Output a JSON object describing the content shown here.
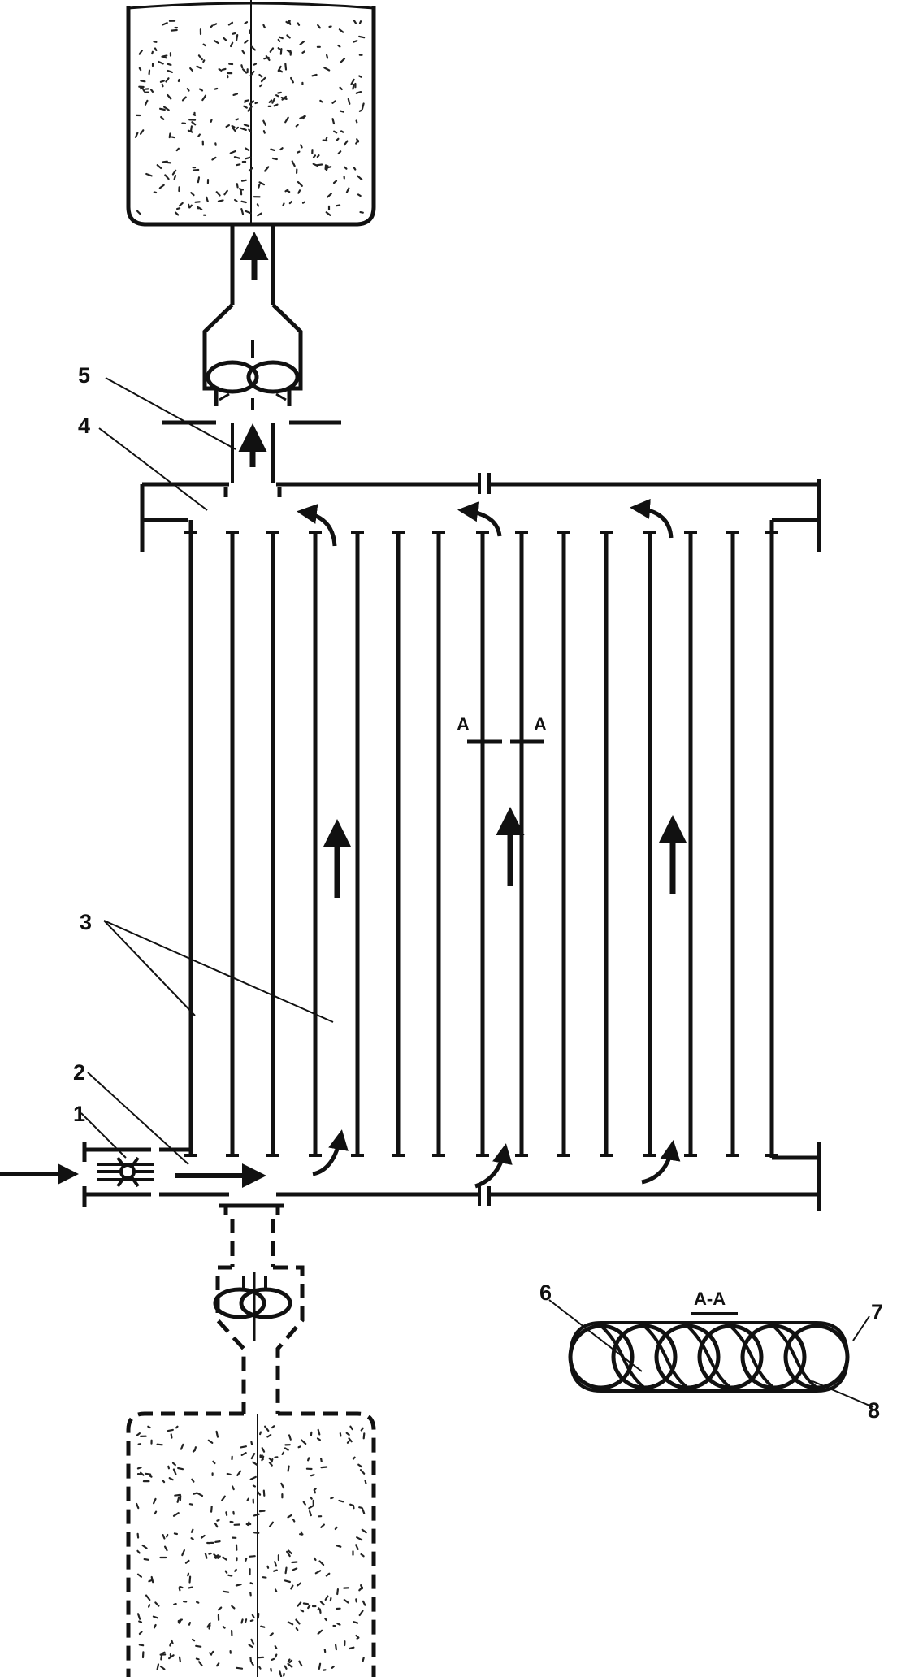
{
  "labels": {
    "part_1": "1",
    "part_2": "2",
    "part_3": "3",
    "part_4": "4",
    "part_5": "5",
    "part_6": "6",
    "part_7": "7",
    "part_8": "8",
    "section_mark": "A",
    "section_title": "A-A"
  },
  "colors": {
    "ink": "#111111",
    "background": "#ffffff"
  }
}
